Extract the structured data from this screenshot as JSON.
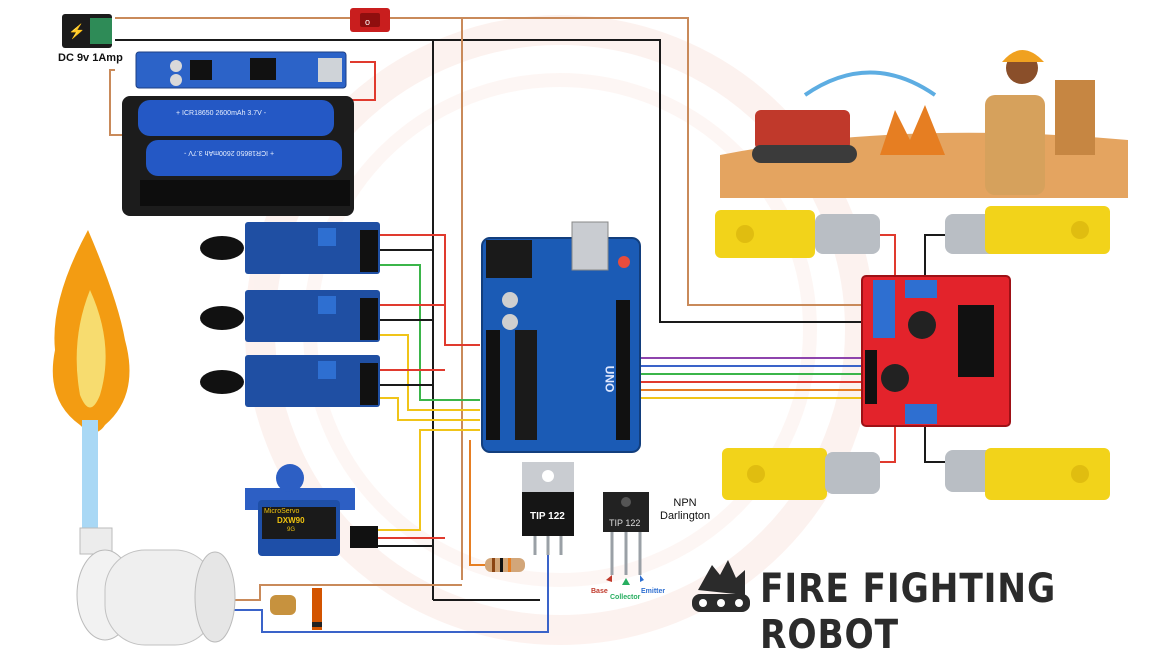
{
  "labels": {
    "power_supply": "DC 9v 1Amp",
    "transistor_caption_line1": "NPN",
    "transistor_caption_line2": "Darlington",
    "title": "FIRE FIGHTING ROBOT",
    "transistor_left": "TIP 122",
    "transistor_right": "TIP 122",
    "pin_base": "Base",
    "pin_collector": "Collector",
    "pin_emitter": "Emitter",
    "battery_cell_top": "+ ICR18650 2600mAh 3.7V -",
    "battery_cell_bottom": "+ ICR18650 2600mAh 3.7V -",
    "servo_brand": "MicroServo",
    "servo_model": "DXW90",
    "servo_sub": "9G",
    "board_label": "UNO"
  },
  "colors": {
    "sensor_board": "#1f4fa3",
    "arduino_board": "#1b5bb5",
    "motor_driver": "#e3232b",
    "motor_housing": "#f2d31a",
    "wire_red": "#e03a2e",
    "wire_black": "#1a1a1a",
    "wire_brown": "#c98a5a",
    "wire_blue": "#3a63c9",
    "wire_green": "#3bb54a",
    "wire_yellow": "#f0c419",
    "wire_purple": "#8e44ad",
    "wire_orange": "#e67e22"
  },
  "icons": [
    "dc-jack-icon",
    "power-switch-icon",
    "battery-holder-icon",
    "charger-module-icon",
    "flame-sensor-icon",
    "arduino-uno-icon",
    "l298n-driver-icon",
    "gear-motor-icon",
    "servo-motor-icon",
    "water-pump-icon",
    "transistor-icon",
    "resistor-icon",
    "diode-icon",
    "capacitor-icon",
    "flame-icon",
    "robot-logo-icon",
    "firefighter-illustration-icon"
  ]
}
